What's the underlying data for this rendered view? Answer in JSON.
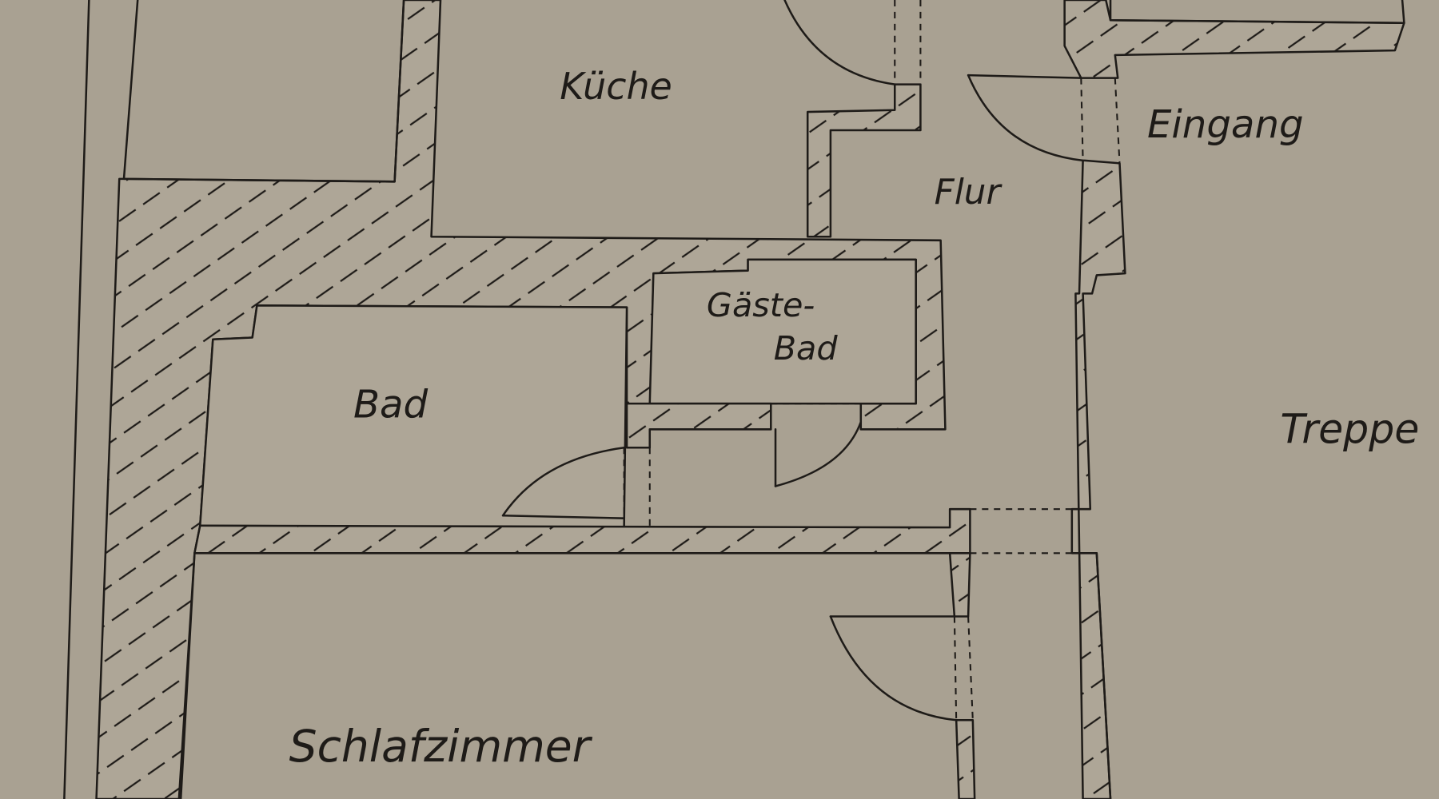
{
  "floor_plan": {
    "rooms": {
      "kitchen": "Küche",
      "hallway": "Flur",
      "entrance": "Eingang",
      "guest_bath_line1": "Gäste-",
      "guest_bath_line2": "Bad",
      "bathroom": "Bad",
      "stairs": "Treppe",
      "bedroom": "Schlafzimmer"
    },
    "colors": {
      "paper": "#a9a192",
      "ink": "#1e1b18"
    }
  }
}
